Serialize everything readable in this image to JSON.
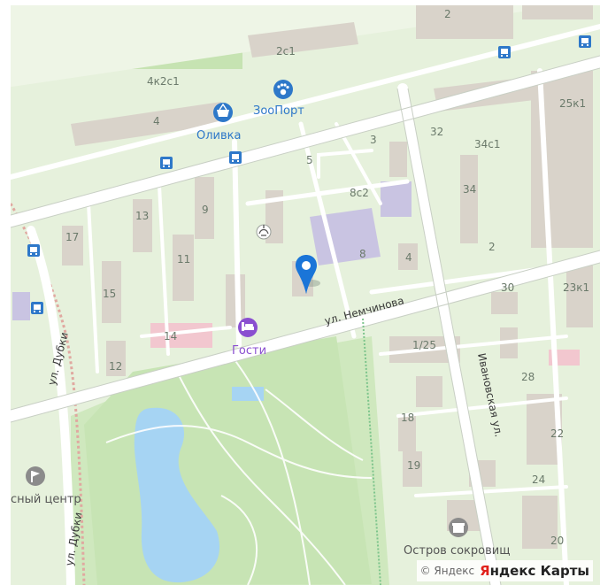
{
  "map": {
    "streets": {
      "nemchinova": "ул. Немчинова",
      "dubki_1": "ул. Дубки",
      "dubki_2": "ул. Дубки",
      "ivanovskaya": "Ивановская ул."
    },
    "houses": {
      "h2_top": "2",
      "h2c1": "2с1",
      "h4k2c1": "4к2с1",
      "h4": "4",
      "h25k1": "25к1",
      "h32": "32",
      "h34c1": "34с1",
      "h3": "3",
      "h5": "5",
      "h34": "34",
      "h8c2": "8с2",
      "h13": "13",
      "h9": "9",
      "h17": "17",
      "h8": "8",
      "h4b": "4",
      "h2b": "2",
      "h11": "11",
      "h15": "15",
      "h30": "30",
      "h23k1": "23к1",
      "h14": "14",
      "h1_25": "1/25",
      "h12": "12",
      "h28": "28",
      "h18": "18",
      "h22": "22",
      "h19": "19",
      "h24": "24",
      "h20": "20"
    },
    "pois": {
      "zooport": "ЗооПорт",
      "olivka": "Оливка",
      "gosti": "Гости",
      "ostrov": "Остров сокровищ",
      "center": "сный центр"
    },
    "attribution": {
      "copyright": "© Яндекс",
      "brand_y": "Я",
      "brand_rest": "ндекс Карты"
    },
    "colors": {
      "park": "#cfe8be",
      "block": "#e6f1dc",
      "road": "#ffffff",
      "building": "#d9d3ca",
      "water": "#a6d4f3",
      "railway": "#e0a8a0",
      "accent_blue": "#2e78c9",
      "accent_purple": "#8a4fd0",
      "pin": "#1a75d8"
    },
    "icons": [
      "bus-stop-icon",
      "pet-shop-icon",
      "basket-icon",
      "hotel-bed-icon",
      "monument-icon",
      "flag-icon",
      "gift-icon",
      "location-pin-icon"
    ]
  }
}
